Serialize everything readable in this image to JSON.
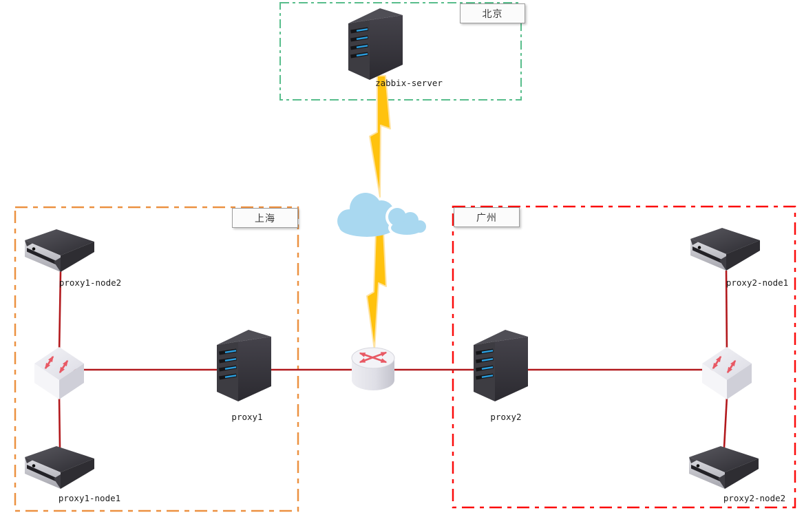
{
  "regions": [
    {
      "name": "北京",
      "border_color": "#57bd8b"
    },
    {
      "name": "上海",
      "border_color": "#ec9141"
    },
    {
      "name": "广州",
      "border_color": "#fb0a0a"
    }
  ],
  "devices": {
    "zabbix_server": {
      "label": "zabbix-server",
      "type": "tower-server",
      "region": "北京"
    },
    "proxy1": {
      "label": "proxy1",
      "type": "tower-server",
      "region": "上海"
    },
    "proxy1_node1": {
      "label": "proxy1-node1",
      "type": "rack-node",
      "region": "上海"
    },
    "proxy1_node2": {
      "label": "proxy1-node2",
      "type": "rack-node",
      "region": "上海"
    },
    "proxy2": {
      "label": "proxy2",
      "type": "tower-server",
      "region": "广州"
    },
    "proxy2_node1": {
      "label": "proxy2-node1",
      "type": "rack-node",
      "region": "广州"
    },
    "proxy2_node2": {
      "label": "proxy2-node2",
      "type": "rack-node",
      "region": "广州"
    }
  },
  "network_elements": {
    "cloud": "internet-cloud",
    "router": "core-router",
    "switch_left": "shanghai-switch",
    "switch_right": "guangzhou-switch"
  },
  "connections": [
    {
      "from": "zabbix-server",
      "to": "internet-cloud",
      "style": "lightning"
    },
    {
      "from": "internet-cloud",
      "to": "core-router",
      "style": "lightning"
    },
    {
      "from": "proxy1-node2",
      "to": "shanghai-switch",
      "style": "red-line"
    },
    {
      "from": "shanghai-switch",
      "to": "proxy1-node1",
      "style": "red-line"
    },
    {
      "from": "shanghai-switch",
      "to": "proxy1",
      "style": "red-line"
    },
    {
      "from": "proxy1",
      "to": "core-router",
      "style": "red-line"
    },
    {
      "from": "core-router",
      "to": "proxy2",
      "style": "red-line"
    },
    {
      "from": "proxy2",
      "to": "guangzhou-switch",
      "style": "red-line"
    },
    {
      "from": "guangzhou-switch",
      "to": "proxy2-node1",
      "style": "red-line"
    },
    {
      "from": "guangzhou-switch",
      "to": "proxy2-node2",
      "style": "red-line"
    }
  ],
  "colors": {
    "link": "#b2191d",
    "lightning": "#ffc20e",
    "cloud": "#a9d8f0",
    "canvas": "#ffffff"
  }
}
